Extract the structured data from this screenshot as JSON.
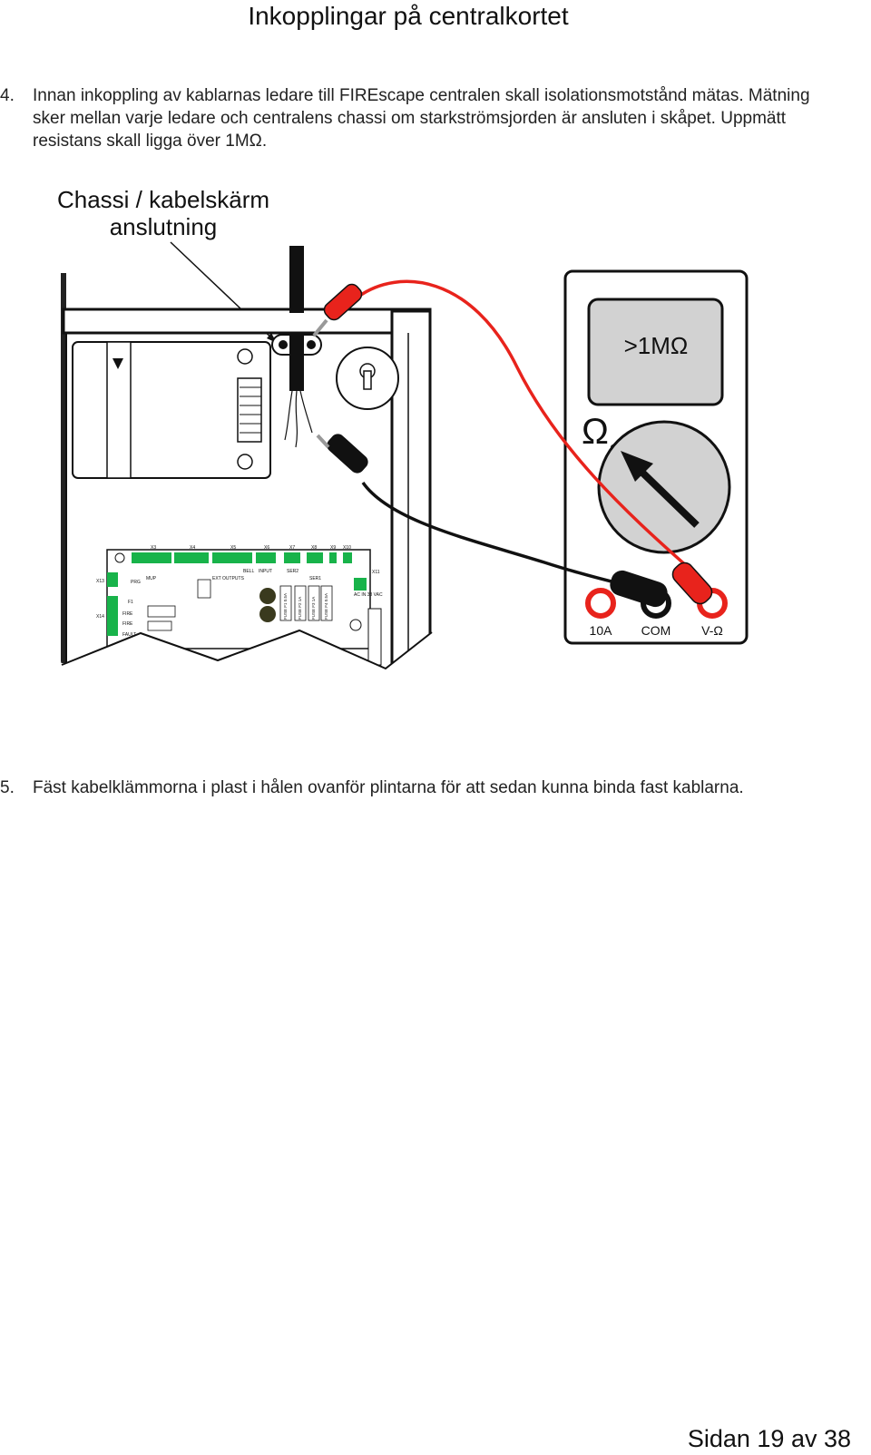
{
  "header": {
    "title": "Inkopplingar på centralkortet"
  },
  "steps": [
    {
      "number": "4.",
      "text": "Innan inkoppling av kablarnas ledare till FIREscape centralen skall isolationsmotstånd mätas. Mätning sker mellan varje ledare och centralens chassi om starkströmsjorden är ansluten i skåpet. Uppmätt resistans skall ligga över 1MΩ."
    },
    {
      "number": "5.",
      "text": "Fäst kabelklämmorna i plast i hålen ovanför plintarna för att sedan kunna binda fast kablarna."
    }
  ],
  "figure": {
    "callout_line1": "Chassi / kabelskärm",
    "callout_line2": "anslutning",
    "meter": {
      "display": ">1MΩ",
      "mode_symbol": "Ω",
      "jack_labels": [
        "10A",
        "COM",
        "V-Ω"
      ]
    },
    "board_labels": {
      "connectors": [
        "X3",
        "X4",
        "X5",
        "X6",
        "X7",
        "X8",
        "X9",
        "X10"
      ],
      "left_connectors": [
        "X13",
        "X14"
      ],
      "right_connector": "X11",
      "groups": [
        "MUP",
        "EXT OUTPUTS",
        "BELL",
        "INPUT",
        "SER2",
        "SER1"
      ],
      "fuses": [
        "FUSE F1 0.5A",
        "FUSE F2 1A",
        "FUSE F3 1A",
        "FUSE F4 0.5A"
      ],
      "misc": [
        "PRG",
        "AC IN 33 VAC",
        "FIRE",
        "FIRE",
        "FAULT",
        "F1"
      ]
    },
    "colors": {
      "red_lead": "#e8231c",
      "black_lead": "#111111",
      "terminal_green": "#18b34a"
    }
  },
  "footer": {
    "page": "Sidan 19 av 38"
  }
}
